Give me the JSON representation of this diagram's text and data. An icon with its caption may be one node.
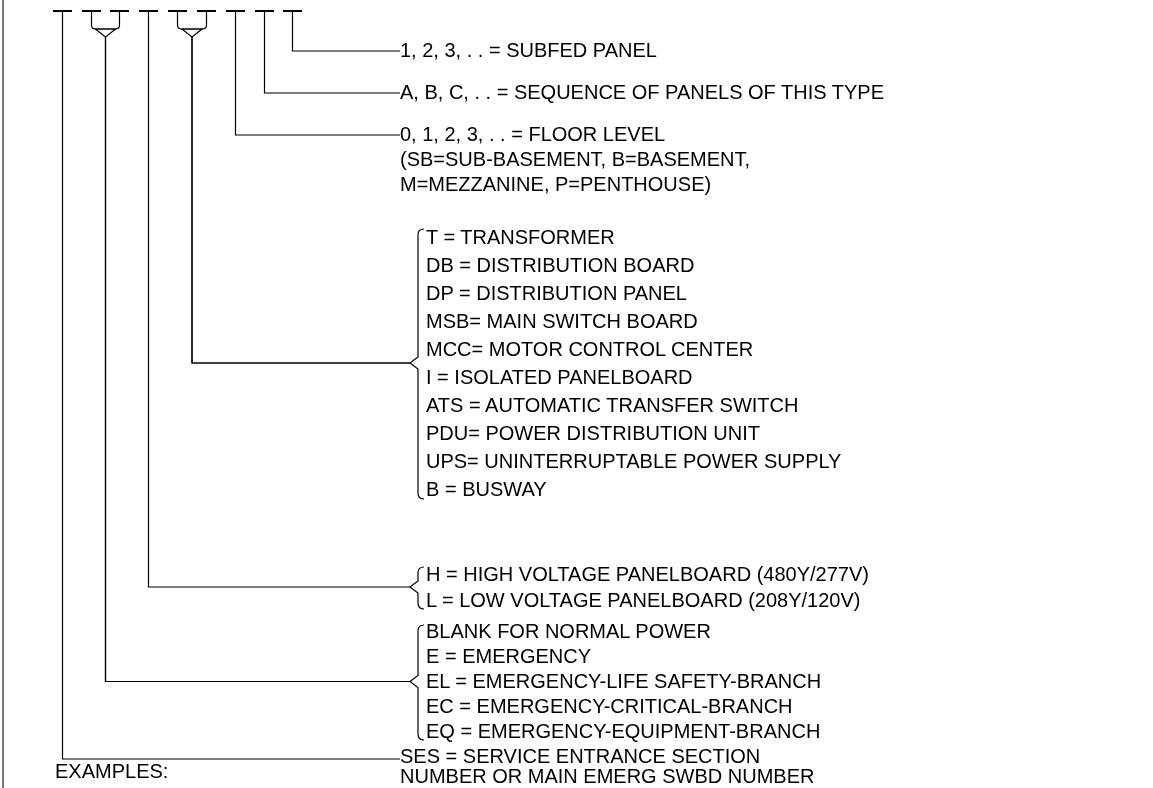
{
  "diagram": {
    "nodes": [
      {
        "text": [],
        "shape": "bar"
      },
      {
        "text": [],
        "shape": "bar"
      },
      {
        "text": [],
        "shape": "bar"
      },
      {
        "text": [],
        "shape": "bar"
      },
      {
        "text": [],
        "shape": "bar"
      },
      {
        "text": [],
        "shape": "bar"
      },
      {
        "text": [],
        "shape": "bar"
      },
      {
        "text": [],
        "shape": "bar"
      },
      {
        "text": [],
        "shape": "bar"
      },
      {
        "text": [
          "1, 2, 3, . . = SUBFED PANEL"
        ]
      },
      {
        "text": [
          "A, B, C, . . = SEQUENCE OF PANELS OF THIS TYPE"
        ]
      },
      {
        "text": [
          "0, 1, 2, 3, . . = FLOOR LEVEL",
          "(SB=SUB-BASEMENT, B=BASEMENT, M=MEZZANINE, P=PENTHOUSE)"
        ]
      },
      {
        "text": [
          "T = TRANSFORMER",
          "DB = DISTRIBUTION BOARD",
          "DP = DISTRIBUTION PANEL",
          "MSB= MAIN SWITCH BOARD",
          "MCC= MOTOR CONTROL CENTER",
          "I = ISOLATED PANELBOARD",
          "ATS = AUTOMATIC TRANSFER SWITCH",
          "PDU= POWER DISTRIBUTION UNIT",
          "UPS= UNINTERRUPTABLE POWER SUPPLY",
          "B = BUSWAY"
        ]
      },
      {
        "text": [
          "H = HIGH VOLTAGE PANELBOARD (480Y/277V)",
          "L = LOW VOLTAGE PANELBOARD (208Y/120V)"
        ]
      },
      {
        "text": [
          "BLANK FOR NORMAL POWER",
          "E = EMERGENCY",
          "EL = EMERGENCY-LIFE SAFETY-BRANCH",
          "EC = EMERGENCY-CRITICAL-BRANCH",
          "EQ = EMERGENCY-EQUIPMENT-BRANCH"
        ]
      },
      {
        "text": [
          "SES = SERVICE ENTRANCE SECTION",
          "NUMBER OR MAIN EMERG SWBD NUMBER"
        ]
      }
    ],
    "edges": [
      {
        "from": 9,
        "to": 8,
        "arrow": "none"
      },
      {
        "from": 10,
        "to": 7,
        "arrow": "none"
      },
      {
        "from": 11,
        "to": 6,
        "arrow": "none"
      },
      {
        "from": 12,
        "to": 5,
        "arrow": "none"
      },
      {
        "from": 12,
        "to": 4,
        "arrow": "none"
      },
      {
        "from": 13,
        "to": 3,
        "arrow": "none"
      },
      {
        "from": 14,
        "to": 2,
        "arrow": "none"
      },
      {
        "from": 14,
        "to": 1,
        "arrow": "none"
      },
      {
        "from": 15,
        "to": 0,
        "arrow": "none"
      }
    ],
    "labels": [
      "EXAMPLES:"
    ]
  }
}
